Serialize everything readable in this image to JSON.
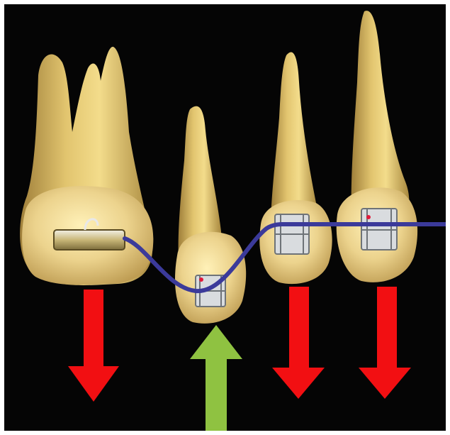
{
  "image": {
    "background_color": "#050505",
    "border_color": "#ffffff",
    "subject": "teeth-with-braces",
    "colors": {
      "tooth": "#e2c56f",
      "tooth_shadow": "#9f7f3a",
      "tooth_highlight": "#fff1b8",
      "archwire": "#3b3a9a",
      "intrusion_arrow": "#f20f12",
      "extrusion_arrow": "#8fc241",
      "bracket_metal": "#d9dcdf"
    },
    "arrows": [
      {
        "name": "molar-down-arrow",
        "direction": "down",
        "color": "#f20f12"
      },
      {
        "name": "premolar-up-arrow",
        "direction": "up",
        "color": "#8fc241"
      },
      {
        "name": "second-premolar-down-arrow",
        "direction": "down",
        "color": "#f20f12"
      },
      {
        "name": "canine-down-arrow",
        "direction": "down",
        "color": "#f20f12"
      }
    ]
  }
}
